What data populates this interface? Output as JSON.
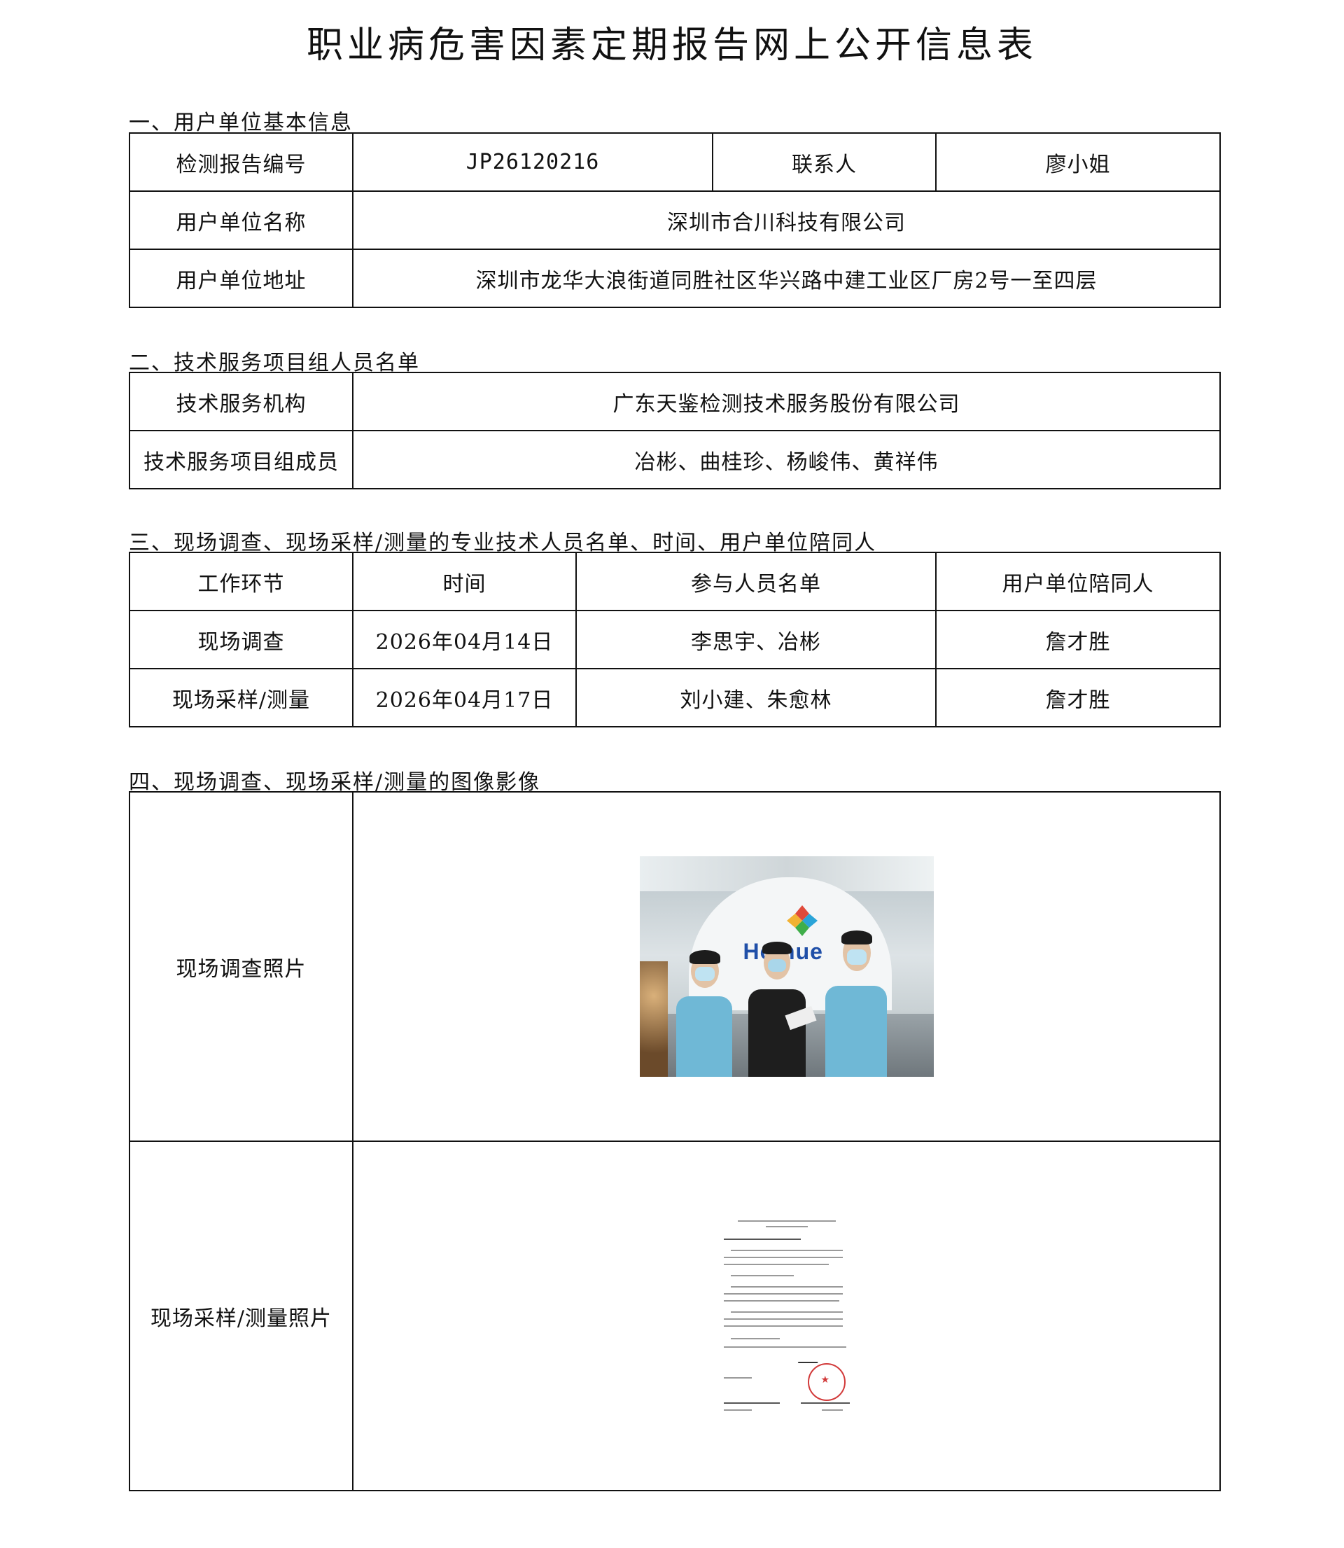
{
  "title": "职业病危害因素定期报告网上公开信息表",
  "section1": {
    "heading": "一、用户单位基本信息",
    "report_no_label": "检测报告编号",
    "report_no": "JP26120216",
    "contact_label": "联系人",
    "contact": "廖小姐",
    "company_label": "用户单位名称",
    "company": "深圳市合川科技有限公司",
    "address_label": "用户单位地址",
    "address": "深圳市龙华大浪街道同胜社区华兴路中建工业区厂房2号一至四层"
  },
  "section2": {
    "heading": "二、技术服务项目组人员名单",
    "org_label": "技术服务机构",
    "org": "广东天鉴检测技术服务股份有限公司",
    "members_label": "技术服务项目组成员",
    "members": "冶彬、曲桂珍、杨峻伟、黄祥伟"
  },
  "section3": {
    "heading": "三、现场调查、现场采样/测量的专业技术人员名单、时间、用户单位陪同人",
    "headers": [
      "工作环节",
      "时间",
      "参与人员名单",
      "用户单位陪同人"
    ],
    "rows": [
      {
        "stage": "现场调查",
        "date": "2026年04月14日",
        "people": "李思宇、冶彬",
        "escort": "詹才胜"
      },
      {
        "stage": "现场采样/测量",
        "date": "2026年04月17日",
        "people": "刘小建、朱愈林",
        "escort": "詹才胜"
      }
    ]
  },
  "section4": {
    "heading": "四、现场调查、现场采样/测量的图像影像",
    "survey_photo_label": "现场调查照片",
    "sampling_photo_label": "现场采样/测量照片",
    "photo1_logo_text": "Ho  nue"
  }
}
